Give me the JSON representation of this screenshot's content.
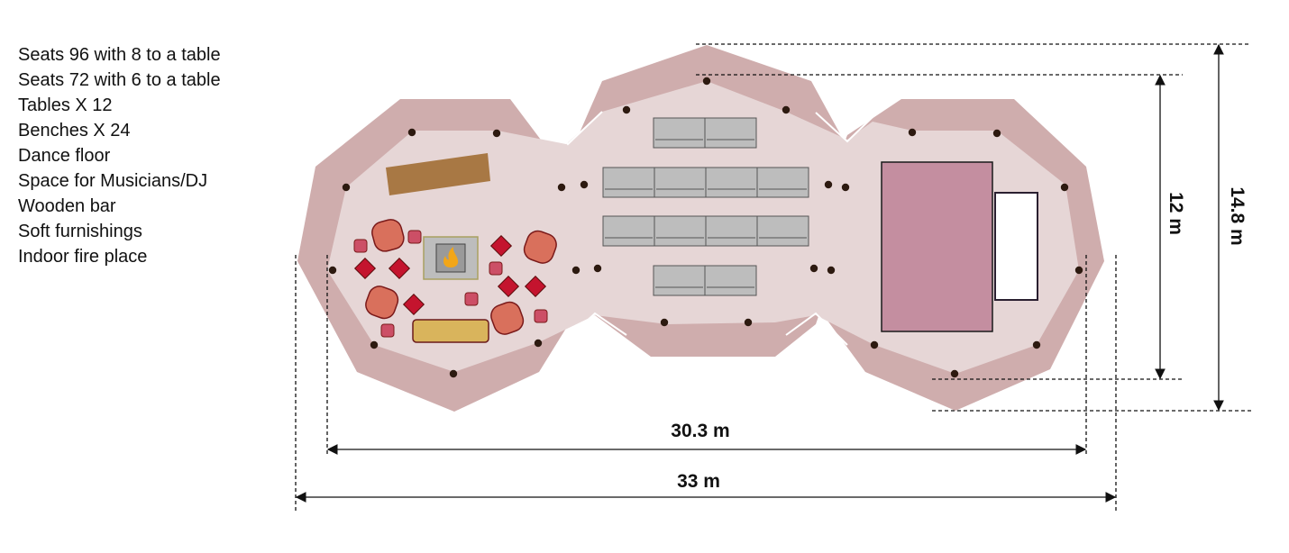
{
  "legend": [
    "Seats 96 with 8 to a table",
    "Seats 72 with 6 to a table",
    "Tables X 12",
    "Benches X 24",
    "Dance floor",
    "Space for Musicians/DJ",
    "Wooden bar",
    "Soft furnishings",
    "Indoor fire place"
  ],
  "dimensions": {
    "inner_width": "30.3 m",
    "outer_width": "33 m",
    "inner_height": "12 m",
    "outer_height": "14.8 m"
  },
  "colors": {
    "outer_floor": "#cfadad",
    "inner_floor": "#e6d6d6",
    "pole": "#2d1a10",
    "bench": "#bdbdbd",
    "stage": "#c48ea0",
    "bar": "#a87844",
    "sofa": "#d9b45c",
    "armchair": "#d9705c",
    "pouf": "#cc4f66",
    "cushion": "#c4142e",
    "fireplace": "#bdbdbd",
    "flame": "#f2a618"
  }
}
